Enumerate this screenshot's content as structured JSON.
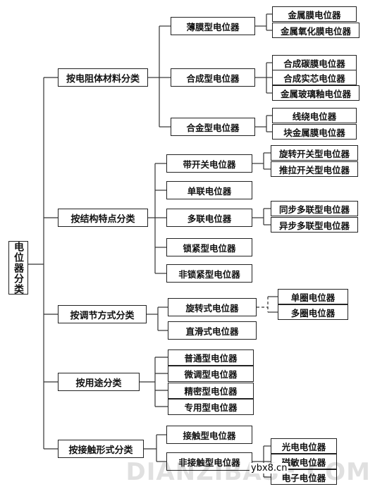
{
  "root": "电位器分类",
  "groups": [
    {
      "label": "按电阻体材料分类",
      "children": [
        {
          "label": "薄膜型电位器",
          "leaves": [
            "金属膜电位器",
            "金属氧化膜电位器"
          ]
        },
        {
          "label": "合成型电位器",
          "leaves": [
            "合成碳膜电位器",
            "合成实芯电位器",
            "金属玻璃釉电位器"
          ]
        },
        {
          "label": "合金型电位器",
          "leaves": [
            "线绕电位器",
            "块金属膜电位器"
          ]
        }
      ]
    },
    {
      "label": "按结构特点分类",
      "children": [
        {
          "label": "带开关电位器",
          "leaves": [
            "旋转开关型电位器",
            "推拉开关型电位器"
          ]
        },
        {
          "label": "单联电位器",
          "leaves": []
        },
        {
          "label": "多联电位器",
          "leaves": [
            "同步多联型电位器",
            "异步多联型电位器"
          ]
        },
        {
          "label": "锁紧型电位器",
          "leaves": []
        },
        {
          "label": "非锁紧型电位器",
          "leaves": []
        }
      ]
    },
    {
      "label": "按调节方式分类",
      "children": [
        {
          "label": "旋转式电位器",
          "leaves": [
            "单圈电位器",
            "多圈电位器"
          ]
        },
        {
          "label": "直滑式电位器",
          "leaves": []
        }
      ]
    },
    {
      "label": "按用途分类",
      "children": [
        {
          "label": "普通型电位器",
          "leaves": []
        },
        {
          "label": "微调型电位器",
          "leaves": []
        },
        {
          "label": "精密型电位器",
          "leaves": []
        },
        {
          "label": "专用型电位器",
          "leaves": []
        }
      ]
    },
    {
      "label": "按接触形式分类",
      "children": [
        {
          "label": "接触型电位器",
          "leaves": []
        },
        {
          "label": "非接触型电位器",
          "leaves": [
            "光电电位器",
            "磁敏电位器",
            "电子电位器"
          ]
        }
      ]
    }
  ],
  "watermark": {
    "site": "ybx8.cn",
    "logo": "DIANZIBASE.COM"
  }
}
